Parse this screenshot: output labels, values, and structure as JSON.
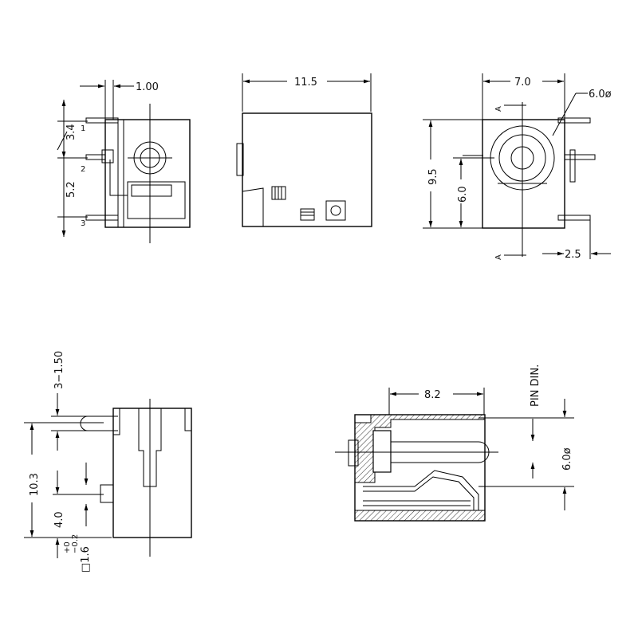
{
  "drawing": {
    "line_color": "#000000",
    "background": "#ffffff",
    "hatch": "diagonal"
  },
  "side_view": {
    "dim_top": "1.00",
    "dim_upper": "3.4",
    "dim_lower": "5.2",
    "pin_1": "1",
    "pin_2": "2",
    "pin_3": "3"
  },
  "top_view": {
    "dim_width": "11.5"
  },
  "front_view": {
    "dim_width": "7.0",
    "dim_dia": "6.0ø",
    "dim_height": "9.5",
    "dim_center": "6.0",
    "dim_offset": "2.5",
    "section_label": "A"
  },
  "bottom_view": {
    "dim_pins": "3−1.50",
    "dim_height": "10.3",
    "dim_pin": "4.0",
    "dim_tol_top": "+0",
    "dim_tol_bottom": "−0.2",
    "dim_thk": "□1.6"
  },
  "section_view": {
    "dim_depth": "8.2",
    "pin_din": "PIN DIN.",
    "dim_bore": "6.0ø"
  }
}
